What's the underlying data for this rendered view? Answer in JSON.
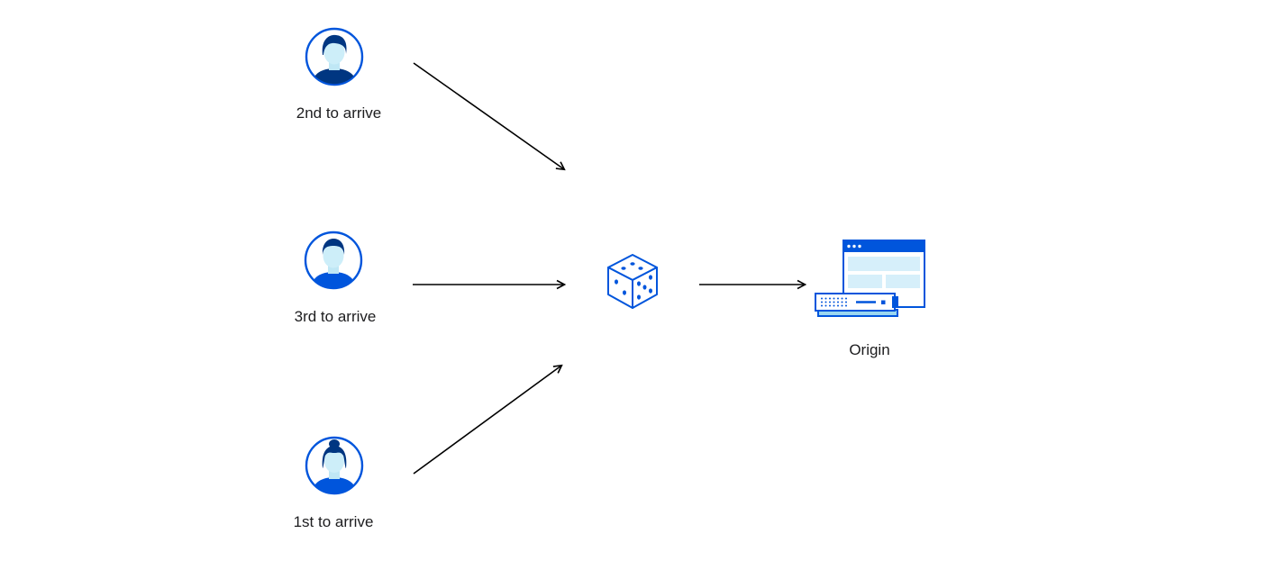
{
  "diagram": {
    "title": "request-coalescing-random-order-diagram",
    "nodes": {
      "visitor_second": {
        "label": "2nd to arrive",
        "icon": "user-avatar-icon"
      },
      "visitor_third": {
        "label": "3rd to arrive",
        "icon": "user-avatar-icon"
      },
      "visitor_first": {
        "label": "1st to arrive",
        "icon": "user-avatar-icon"
      },
      "dice": {
        "label": "",
        "icon": "dice-icon"
      },
      "origin": {
        "label": "Origin",
        "icon": "origin-server-icon"
      }
    },
    "edges": [
      {
        "from": "visitor_second",
        "to": "dice"
      },
      {
        "from": "visitor_third",
        "to": "dice"
      },
      {
        "from": "visitor_first",
        "to": "dice"
      },
      {
        "from": "dice",
        "to": "origin"
      }
    ],
    "colors": {
      "primary_blue": "#0055dc",
      "dark_blue": "#003681",
      "light_blue": "#d6effa",
      "pale_blue": "#bfe7f5",
      "arrow_black": "#000000",
      "text": "#1d1d1f",
      "background": "#ffffff"
    }
  }
}
